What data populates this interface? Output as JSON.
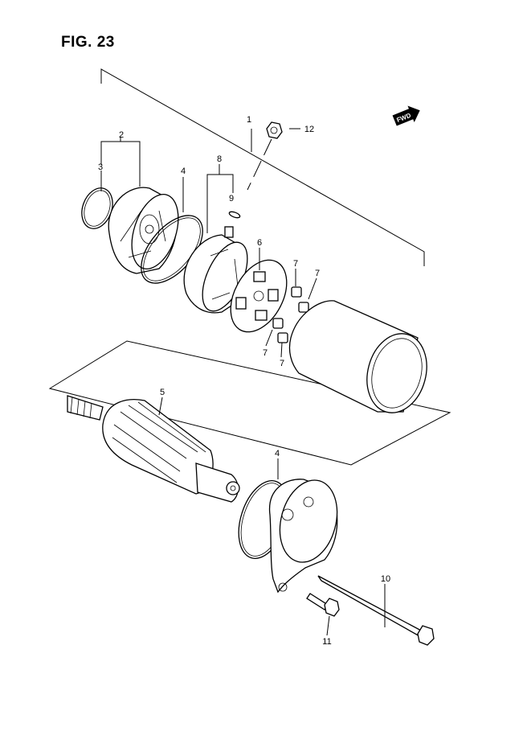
{
  "figure": {
    "title": "FIG. 23"
  },
  "fwd_badge": {
    "text": "FWD",
    "icon": "fwd-arrow-icon"
  },
  "labels": [
    "1",
    "2",
    "3",
    "4",
    "4",
    "5",
    "6",
    "7",
    "7",
    "7",
    "7",
    "8",
    "9",
    "10",
    "11",
    "12"
  ]
}
